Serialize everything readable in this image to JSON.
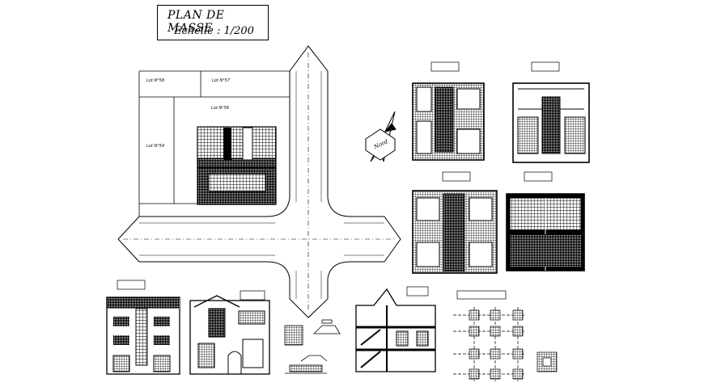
{
  "title": {
    "line1": "PLAN DE MASSE",
    "line2": "Echelle  : 1/200"
  },
  "lots": {
    "lot_a": "Lot N°58",
    "lot_b": "Lot N°57",
    "lot_c": "Lot N°56",
    "lot_d": "Lot N°54"
  },
  "north_label": "Nord"
}
